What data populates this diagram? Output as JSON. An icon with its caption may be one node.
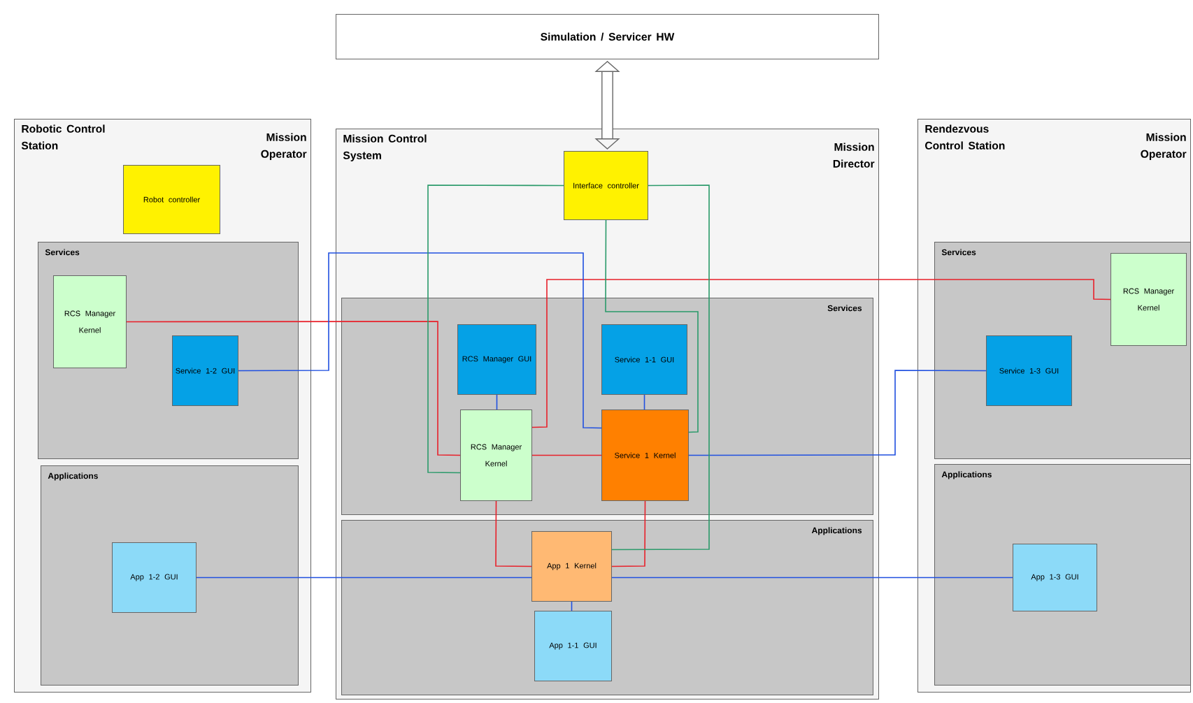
{
  "diagram": {
    "nodes": [
      {
        "text": [
          "Simulation / Servicer HW"
        ]
      },
      {
        "text": [
          "Robotic Control Station",
          "Mission Operator"
        ]
      },
      {
        "text": [
          "Robot controller"
        ],
        "in": 1
      },
      {
        "text": [
          "Services"
        ],
        "in": 1
      },
      {
        "text": [
          "RCS Manager Kernel"
        ],
        "in": 3
      },
      {
        "text": [
          "Service 1-2 GUI"
        ],
        "in": 3
      },
      {
        "text": [
          "Applications"
        ],
        "in": 1
      },
      {
        "text": [
          "App 1-2 GUI"
        ],
        "in": 6
      },
      {
        "text": [
          "Mission Control System",
          "Mission Director"
        ]
      },
      {
        "text": [
          "Interface controller"
        ],
        "in": 8
      },
      {
        "text": [
          "Services"
        ],
        "in": 8
      },
      {
        "text": [
          "RCS Manager GUI"
        ],
        "in": 10
      },
      {
        "text": [
          "Service 1-1 GUI"
        ],
        "in": 10
      },
      {
        "text": [
          "RCS Manager Kernel"
        ],
        "in": 10
      },
      {
        "text": [
          "Service 1 Kernel"
        ],
        "in": 10
      },
      {
        "text": [
          "Applications"
        ],
        "in": 8
      },
      {
        "text": [
          "App 1 Kernel"
        ],
        "in": 15
      },
      {
        "text": [
          "App 1-1 GUI"
        ],
        "in": 15
      },
      {
        "text": [
          "Rendezvous Control Station",
          "Mission Operator"
        ]
      },
      {
        "text": [
          "Services"
        ],
        "in": 18
      },
      {
        "text": [
          "RCS Manager Kernel"
        ],
        "in": 19
      },
      {
        "text": [
          "Service 1-3 GUI"
        ],
        "in": 19
      },
      {
        "text": [
          "Applications"
        ],
        "in": 18
      },
      {
        "text": [
          "App 1-3 GUI"
        ],
        "in": 22
      }
    ],
    "edges": [
      {
        "from": 0,
        "to": 9,
        "arrow": "both",
        "style": "thick",
        "color": "#666666"
      },
      {
        "from": 4,
        "to": 13,
        "arrow": "none",
        "color": "#e8202a"
      },
      {
        "from": 13,
        "to": 14,
        "arrow": "none",
        "color": "#e8202a"
      },
      {
        "from": 13,
        "to": 20,
        "arrow": "none",
        "color": "#e8202a"
      },
      {
        "from": 13,
        "to": 16,
        "arrow": "none",
        "color": "#e8202a"
      },
      {
        "from": 14,
        "to": 16,
        "arrow": "none",
        "color": "#e8202a"
      },
      {
        "from": 5,
        "to": 14,
        "arrow": "none",
        "color": "#2050e0"
      },
      {
        "from": 11,
        "to": 13,
        "arrow": "none",
        "color": "#2050e0"
      },
      {
        "from": 12,
        "to": 14,
        "arrow": "none",
        "color": "#2050e0"
      },
      {
        "from": 14,
        "to": 21,
        "arrow": "none",
        "color": "#2050e0"
      },
      {
        "from": 7,
        "to": 16,
        "arrow": "none",
        "color": "#2050e0"
      },
      {
        "from": 16,
        "to": 23,
        "arrow": "none",
        "color": "#2050e0"
      },
      {
        "from": 16,
        "to": 17,
        "arrow": "none",
        "color": "#2050e0"
      },
      {
        "from": 9,
        "to": 13,
        "arrow": "none",
        "color": "#2a9a6a"
      },
      {
        "from": 9,
        "to": 14,
        "arrow": "none",
        "color": "#2a9a6a"
      },
      {
        "from": 9,
        "to": 16,
        "arrow": "none",
        "color": "#2a9a6a"
      }
    ]
  }
}
